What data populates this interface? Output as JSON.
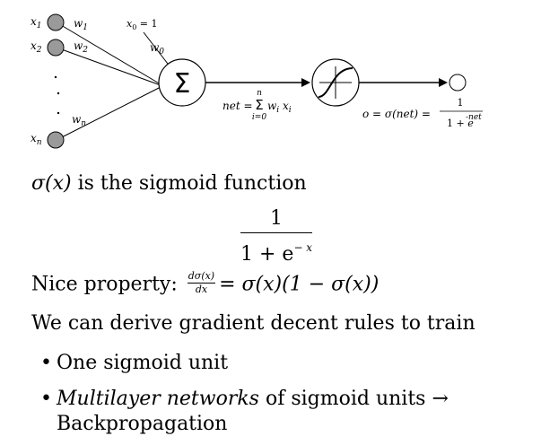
{
  "diagram": {
    "inputs": [
      "x1",
      "x2",
      "xn"
    ],
    "input_subscripts": [
      "1",
      "2",
      "n"
    ],
    "bias_input": "x0 = 1",
    "weights": [
      "w1",
      "w2",
      "wn",
      "w0"
    ],
    "summation_symbol": "Σ",
    "net_label": "net = ",
    "net_sum_top": "n",
    "net_sum_bottom": "i=0",
    "net_terms": "w i x i",
    "output_label": "o = σ(net) = ",
    "output_frac_num": "1",
    "output_frac_den": "1 + e",
    "output_frac_exp": "-net"
  },
  "text": {
    "line1_math": "σ(x)",
    "line1_rest": " is the sigmoid function",
    "formula_num": "1",
    "formula_den": "1 + e",
    "formula_exp": "− x",
    "line3_prefix": "Nice property: ",
    "line3_frac_num": "dσ(x)",
    "line3_frac_den": "dx",
    "line3_rest": "= σ(x)(1 − σ(x))",
    "line4": "We can derive gradient decent rules to train",
    "bullet1": "One sigmoid unit",
    "bullet2_italic": "Multilayer networks",
    "bullet2_rest": " of sigmoid units →",
    "bullet2_cont": "Backpropagation"
  }
}
